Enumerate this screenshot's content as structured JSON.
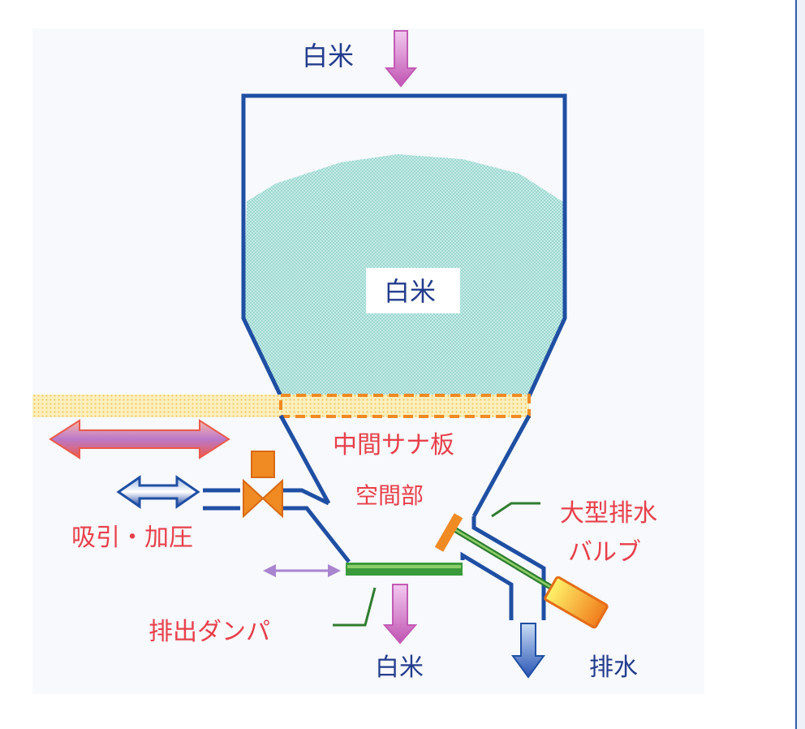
{
  "labels": {
    "rice_in": "白米",
    "rice_hopper": "白米",
    "middle_plate": "中間サナ板",
    "space": "空間部",
    "big_valve_line1": "大型排水",
    "big_valve_line2": "バルブ",
    "suction_pressure": "吸引・加圧",
    "discharge_damper": "排出ダンパ",
    "rice_out": "白米",
    "drain": "排水"
  },
  "colors": {
    "hopper_outline": "#1f4fa3",
    "rice_fill": "#a9dcd6",
    "mesh_band": "#fbe7a6",
    "mesh_dash": "#f08a22",
    "label_red": "#e8404a",
    "label_blue": "#233c8c",
    "arrow_pink": "#d572c8",
    "arrow_blue": "#2c56b0",
    "arrow_red": "#f06a63",
    "valve_orange": "#f08a22",
    "damper_green": "#3b9a3b",
    "leader_green": "#2f7d2f"
  }
}
